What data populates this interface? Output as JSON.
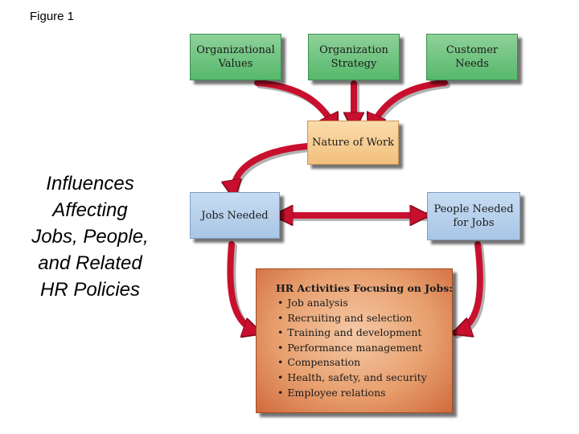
{
  "figure_label": "Figure 1",
  "side_title": [
    "Influences",
    "Affecting",
    "Jobs, People,",
    "and Related",
    "HR Policies"
  ],
  "boxes": {
    "org_values": [
      "Organizational",
      "Values"
    ],
    "org_strategy": [
      "Organization",
      "Strategy"
    ],
    "customer_needs": [
      "Customer",
      "Needs"
    ],
    "nature_of_work": [
      "Nature of Work"
    ],
    "jobs_needed": [
      "Jobs Needed"
    ],
    "people_needed": [
      "People Needed",
      "for Jobs"
    ]
  },
  "hr_box": {
    "title": "HR Activities Focusing on Jobs:",
    "items": [
      "Job analysis",
      "Recruiting and selection",
      "Training and development",
      "Performance management",
      "Compensation",
      "Health, safety, and security",
      "Employee relations"
    ]
  },
  "colors": {
    "arrow": "#c8102e",
    "green_box": "#6cc27c",
    "tan_box": "#f6c98c",
    "blue_box": "#b8d0ec",
    "hr_box": "#e8a06f"
  }
}
